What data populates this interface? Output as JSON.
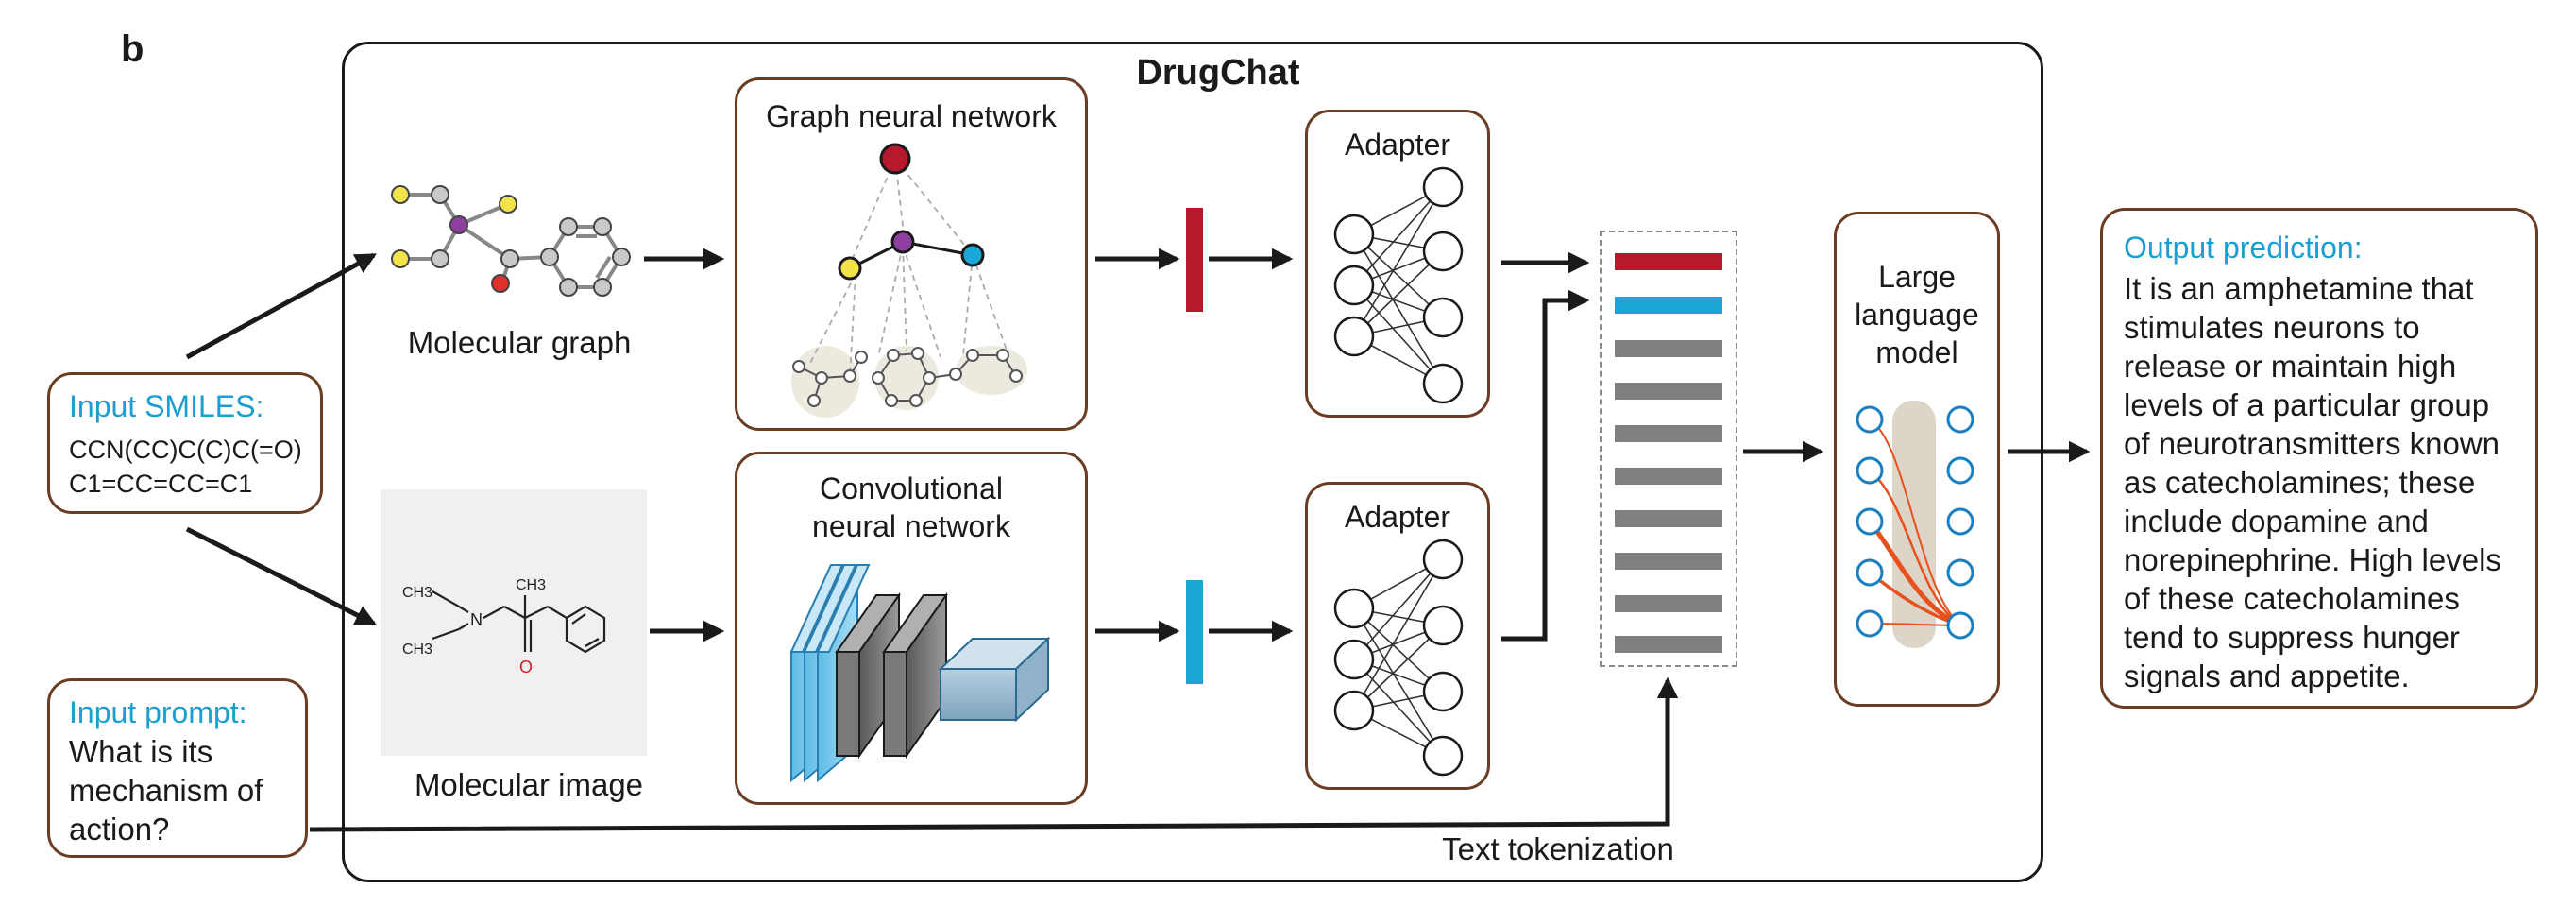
{
  "panel_letter": "b",
  "title": "DrugChat",
  "smiles_box": {
    "label": "Input SMILES:",
    "line1": "CCN(CC)C(C)C(=O)",
    "line2": "C1=CC=CC=C1"
  },
  "prompt_box": {
    "label": "Input prompt:",
    "lines": [
      "What is its",
      "mechanism of",
      "action?"
    ]
  },
  "molecular_graph_caption": "Molecular graph",
  "molecular_image_caption": "Molecular image",
  "gnn_title": "Graph neural network",
  "cnn_title_line1": "Convolutional",
  "cnn_title_line2": "neural network",
  "adapter_top": "Adapter",
  "adapter_bottom": "Adapter",
  "llm_lines": [
    "Large",
    "language",
    "model"
  ],
  "tokenization_label": "Text tokenization",
  "output": {
    "label": "Output prediction:",
    "lines": [
      "It is an amphetamine that",
      "stimulates neurons to",
      "release or maintain high",
      "levels of a particular group",
      "of neurotransmitters known",
      "as catecholamines; these",
      "include dopamine and",
      "norepinephrine. High levels",
      "of these catecholamines",
      "tend to suppress hunger",
      "signals and appetite."
    ]
  },
  "structure_labels": {
    "ch3_top": "CH3",
    "ch3_bottom": "CH3",
    "n": "N",
    "o": "O",
    "methyl": "CH3"
  },
  "colors": {
    "accent_blue": "#1a9fd0",
    "accent_red": "#b5192c",
    "box_border": "#6b3d24",
    "token_gray": "#808080",
    "llm_orange": "#e8501e"
  }
}
